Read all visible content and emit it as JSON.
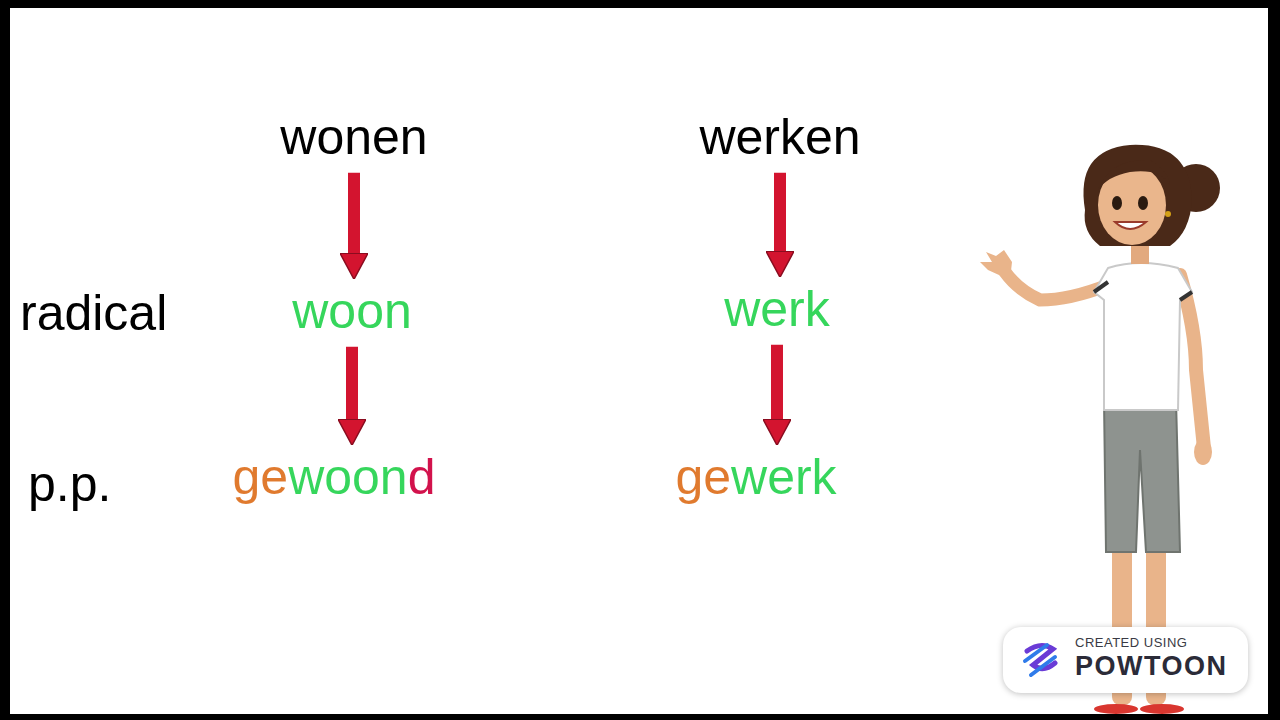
{
  "diagram": {
    "nodes": [
      {
        "text": [
          "wonen"
        ]
      },
      {
        "text": [
          "werken"
        ]
      },
      {
        "text": [
          "woon"
        ]
      },
      {
        "text": [
          "werk"
        ]
      },
      {
        "text": [
          "gewoond"
        ]
      },
      {
        "text": [
          "gewerk"
        ]
      },
      {
        "text": [
          "CREATED USING",
          "POWTOON"
        ]
      }
    ],
    "edges": [
      {
        "from": 0,
        "to": 2,
        "arrow": "to"
      },
      {
        "from": 1,
        "to": 3,
        "arrow": "to"
      },
      {
        "from": 2,
        "to": 4,
        "arrow": "to"
      },
      {
        "from": 3,
        "to": 5,
        "arrow": "to"
      }
    ],
    "labels": [
      "radical",
      "p.p."
    ]
  }
}
